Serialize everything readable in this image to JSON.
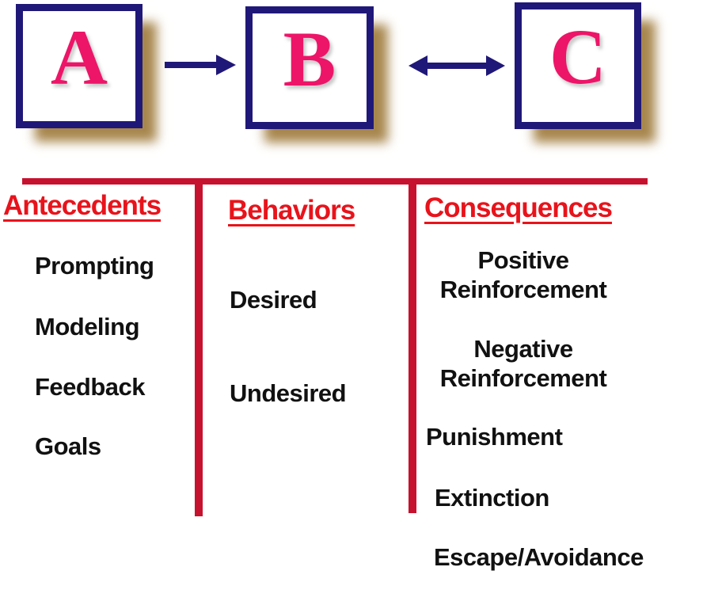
{
  "boxes": [
    {
      "label": "A"
    },
    {
      "label": "B"
    },
    {
      "label": "C"
    }
  ],
  "arrows": [
    {
      "name": "a-to-b",
      "type": "single-right"
    },
    {
      "name": "b-to-c",
      "type": "double-headed"
    }
  ],
  "columns": [
    {
      "header": "Antecedents",
      "items": [
        "Prompting",
        "Modeling",
        "Feedback",
        "Goals"
      ]
    },
    {
      "header": "Behaviors",
      "items": [
        "Desired",
        "Undesired"
      ]
    },
    {
      "header": "Consequences",
      "items": [
        "Positive Reinforcement",
        "Negative Reinforcement",
        "Punishment",
        "Extinction",
        "Escape/Avoidance"
      ]
    }
  ],
  "colors": {
    "box_border_navy": "#201878",
    "letter_pink": "#ed1568",
    "shadow_tan": "#a8874e",
    "divider_crimson": "#c6122f",
    "header_red": "#e8131b",
    "item_black": "#111111",
    "background": "#ffffff"
  }
}
